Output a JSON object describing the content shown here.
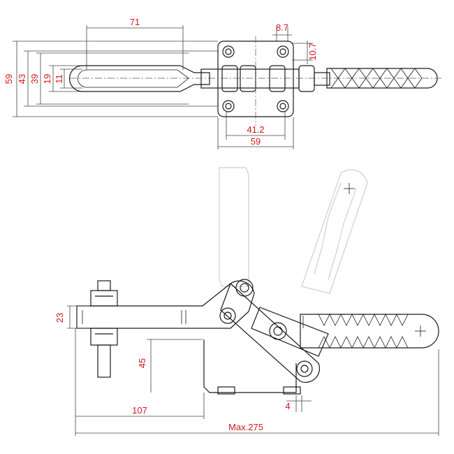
{
  "top_view": {
    "dims": {
      "d71": "71",
      "d8_7": "8.7",
      "d10_7": "10.7",
      "d59_left": "59",
      "d43": "43",
      "d39": "39",
      "d19": "19",
      "d11": "11",
      "d41_2": "41.2",
      "d59_bottom": "59"
    }
  },
  "side_view": {
    "dims": {
      "d23": "23",
      "d45": "45",
      "d107": "107",
      "d4": "4",
      "max": "Max.275"
    }
  },
  "colors": {
    "dimension_text": "#d01818",
    "outline": "#1a1a1a",
    "ghost_outline": "#cfcfcf"
  }
}
